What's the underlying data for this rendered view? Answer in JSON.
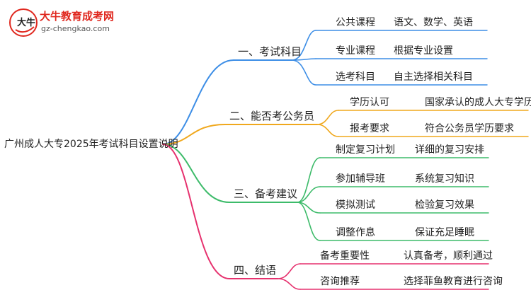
{
  "logo": {
    "mark_text": "大牛",
    "title": "大牛教育成考网",
    "url": "gz-chengkao.com"
  },
  "mindmap": {
    "root": "广州成人大专2025年考试科目设置说明",
    "branches": [
      {
        "label": "一、考试科目",
        "color": "#3d8ee6",
        "children": [
          {
            "topic": "公共课程",
            "detail": "语文、数学、英语"
          },
          {
            "topic": "专业课程",
            "detail": "根据专业设置"
          },
          {
            "topic": "选考科目",
            "detail": "自主选择相关科目"
          }
        ]
      },
      {
        "label": "二、能否考公务员",
        "color": "#f0a81d",
        "children": [
          {
            "topic": "学历认可",
            "detail": "国家承认的成人大专学历"
          },
          {
            "topic": "报考要求",
            "detail": "符合公务员学历要求"
          }
        ]
      },
      {
        "label": "三、备考建议",
        "color": "#3dbb6a",
        "children": [
          {
            "topic": "制定复习计划",
            "detail": "详细的复习安排"
          },
          {
            "topic": "参加辅导班",
            "detail": "系统复习知识"
          },
          {
            "topic": "模拟测试",
            "detail": "检验复习效果"
          },
          {
            "topic": "调整作息",
            "detail": "保证充足睡眠"
          }
        ]
      },
      {
        "label": "四、结语",
        "color": "#e6316e",
        "children": [
          {
            "topic": "备考重要性",
            "detail": "认真备考，顺利通过"
          },
          {
            "topic": "咨询推荐",
            "detail": "选择菲鱼教育进行咨询"
          }
        ]
      }
    ]
  }
}
